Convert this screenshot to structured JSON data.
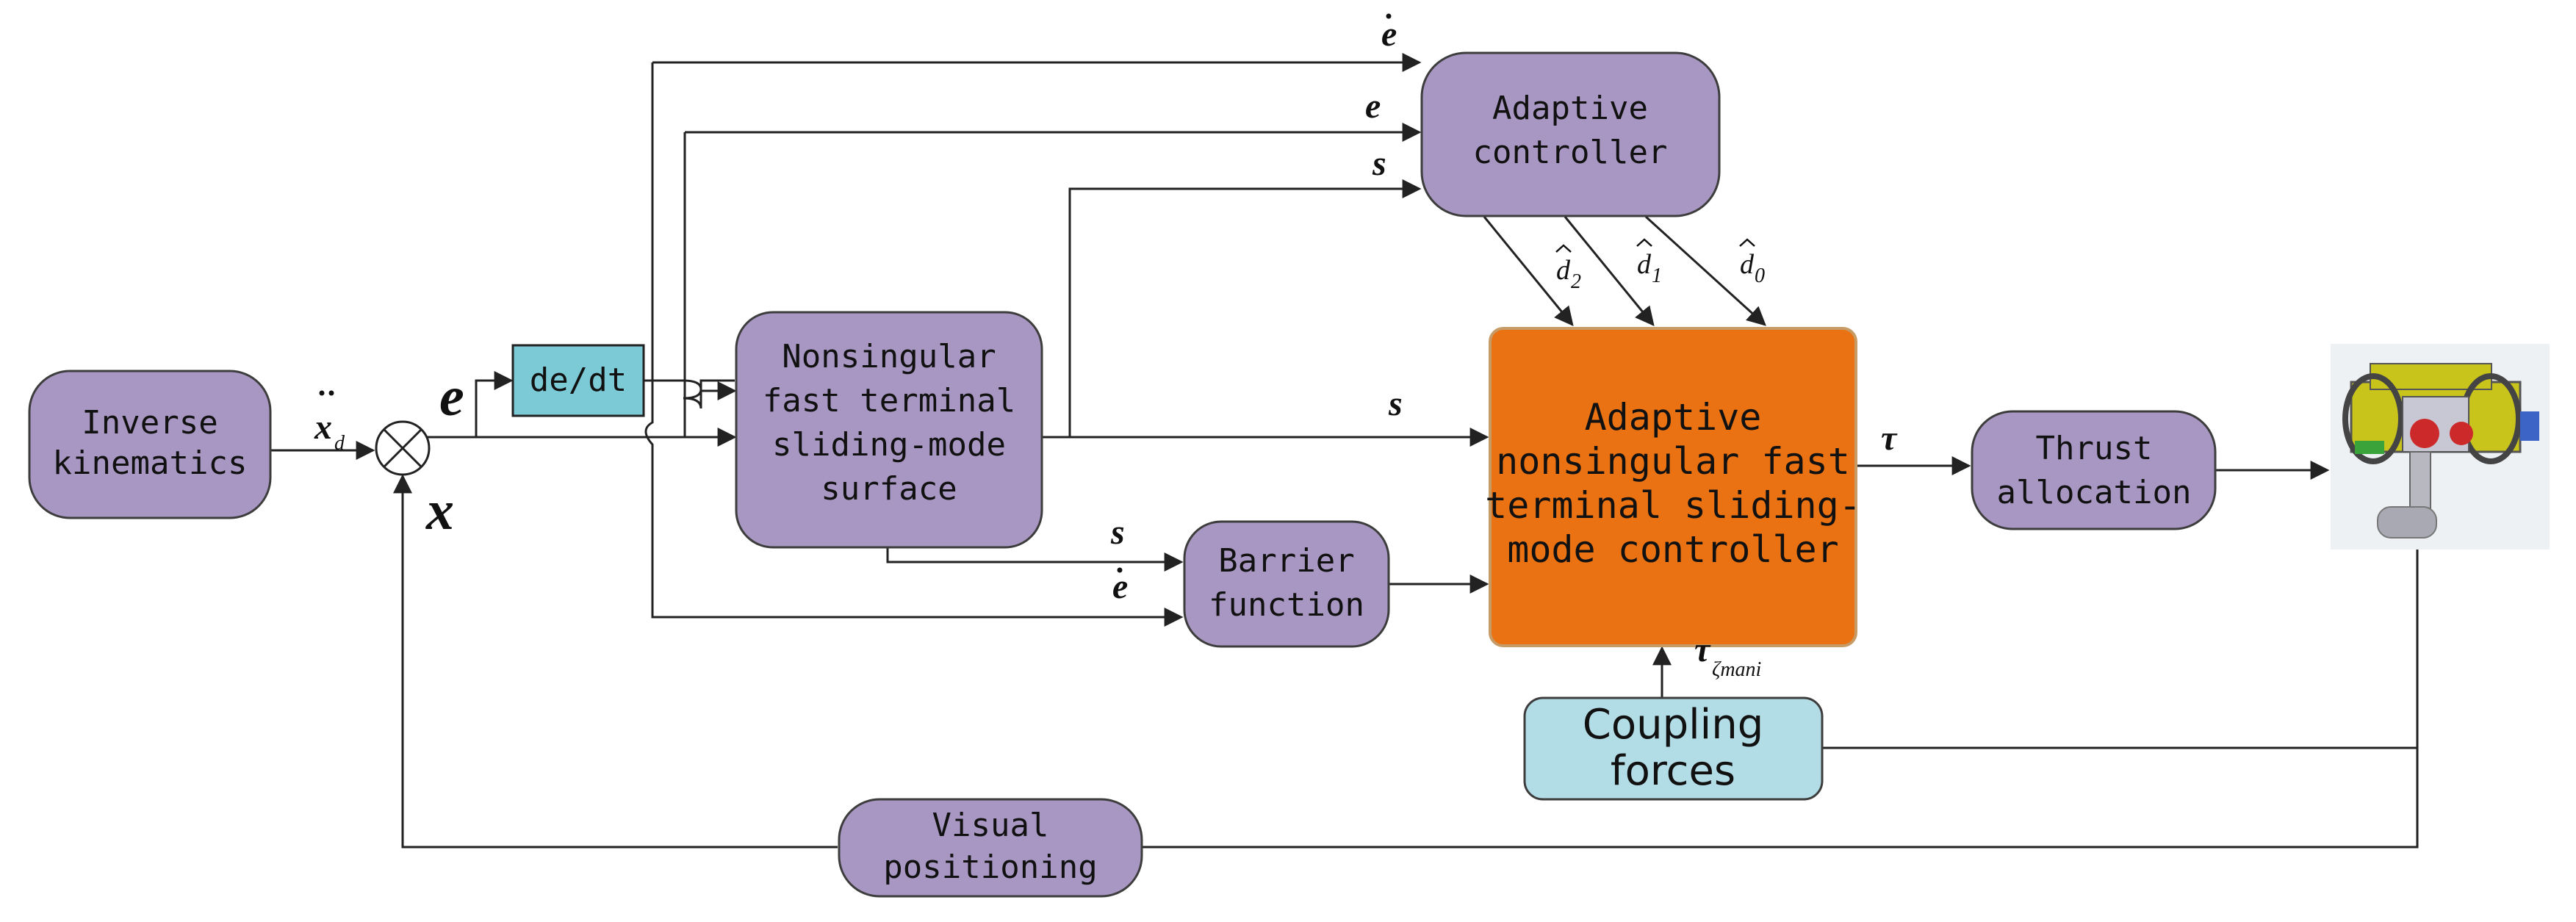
{
  "colors": {
    "block_fill": "#a897c2",
    "block_stroke": "#3d3d3d",
    "controller_fill": "#ea7212",
    "controller_stroke": "#c79b66",
    "light_block_fill": "#b3dde6",
    "derivative_fill": "#7ccad6",
    "wire": "#222222"
  },
  "blocks": {
    "inverse_kinematics": [
      "Inverse",
      "kinematics"
    ],
    "derivative": [
      "de/dt"
    ],
    "nfts_surface": [
      "Nonsingular",
      "fast terminal",
      "sliding-mode",
      "surface"
    ],
    "adaptive_controller": [
      "Adaptive",
      "controller"
    ],
    "barrier_function": [
      "Barrier",
      "function"
    ],
    "main_controller": [
      "Adaptive",
      "nonsingular fast",
      "terminal sliding-",
      "mode controller"
    ],
    "thrust_allocation": [
      "Thrust",
      "allocation"
    ],
    "coupling_forces": [
      "Coupling",
      "forces"
    ],
    "visual_positioning": [
      "Visual",
      "positioning"
    ]
  },
  "signals": {
    "x_d": "x",
    "x_d_sub": "d",
    "e": "e",
    "e_dot": "e",
    "s": "s",
    "x": "x",
    "d2": "d",
    "d2_sub": "2",
    "d1": "d",
    "d1_sub": "1",
    "d0": "d",
    "d0_sub": "0",
    "tau": "τ",
    "tau_c": "τ",
    "tau_c_sub": "ζmani"
  },
  "icons": [
    "summing-junction-icon",
    "underwater-vehicle-icon"
  ]
}
